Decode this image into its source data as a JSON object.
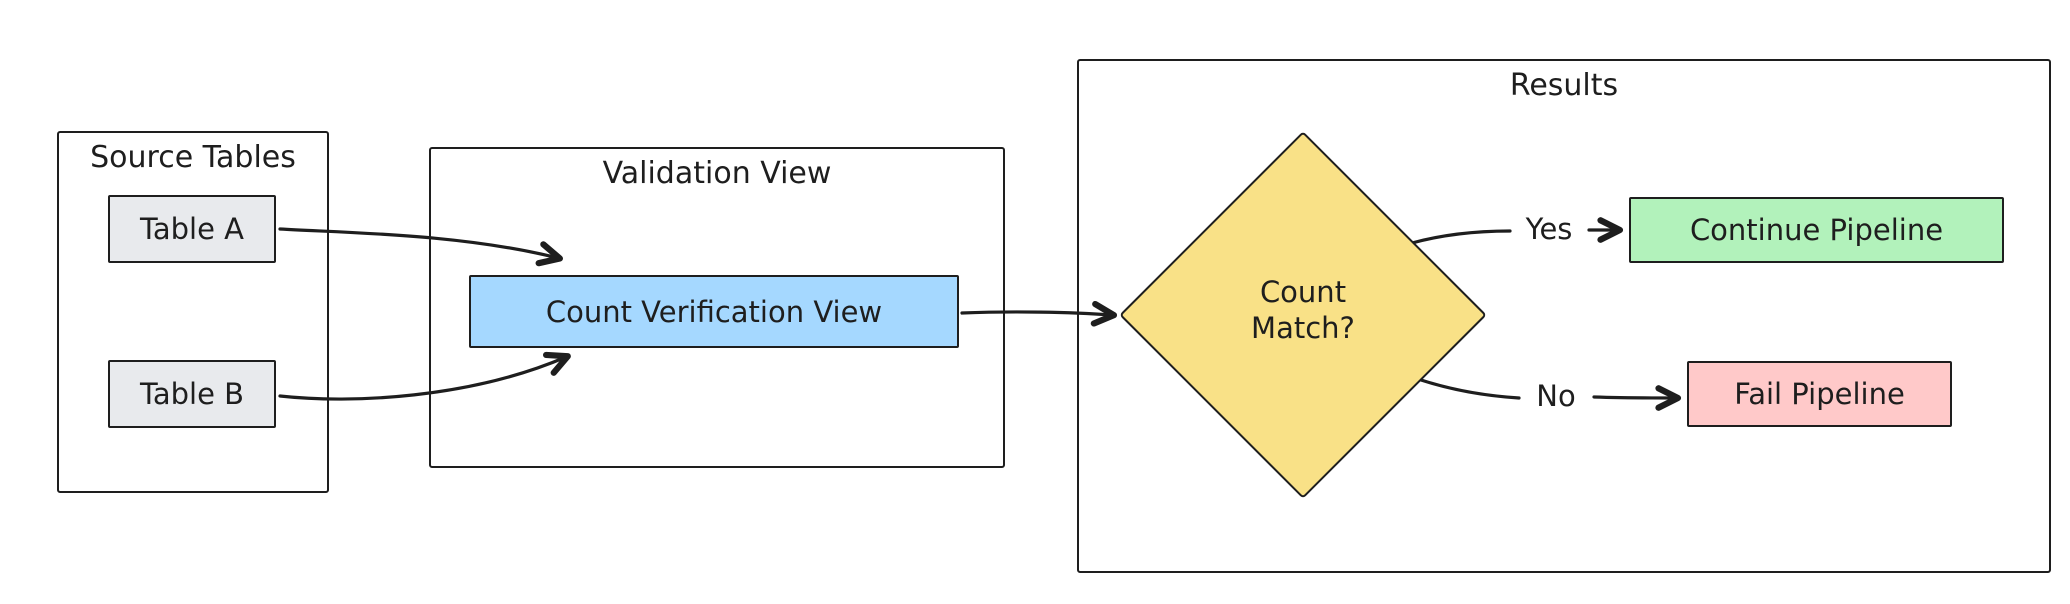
{
  "diagram": {
    "stroke_color": "#1e1e1e",
    "background_color": "#ffffff",
    "groups": {
      "source_tables": {
        "label": "Source Tables"
      },
      "validation_view": {
        "label": "Validation View"
      },
      "results": {
        "label": "Results"
      }
    },
    "nodes": {
      "table_a": {
        "label": "Table A",
        "shape": "rectangle",
        "fill": "#e8eaed"
      },
      "table_b": {
        "label": "Table B",
        "shape": "rectangle",
        "fill": "#e8eaed"
      },
      "count_verification_view": {
        "label": "Count Verification View",
        "shape": "rectangle",
        "fill": "#a5d8ff"
      },
      "count_match": {
        "label": "Count Match?",
        "label_line1": "Count",
        "label_line2": "Match?",
        "shape": "diamond",
        "fill": "#f9e187"
      },
      "continue_pipeline": {
        "label": "Continue Pipeline",
        "shape": "rectangle",
        "fill": "#b2f2bb"
      },
      "fail_pipeline": {
        "label": "Fail Pipeline",
        "shape": "rectangle",
        "fill": "#ffc9c9"
      }
    },
    "edges": [
      {
        "from": "table_a",
        "to": "count_verification_view",
        "label": ""
      },
      {
        "from": "table_b",
        "to": "count_verification_view",
        "label": ""
      },
      {
        "from": "count_verification_view",
        "to": "count_match",
        "label": ""
      },
      {
        "from": "count_match",
        "to": "continue_pipeline",
        "label": "Yes"
      },
      {
        "from": "count_match",
        "to": "fail_pipeline",
        "label": "No"
      }
    ]
  }
}
